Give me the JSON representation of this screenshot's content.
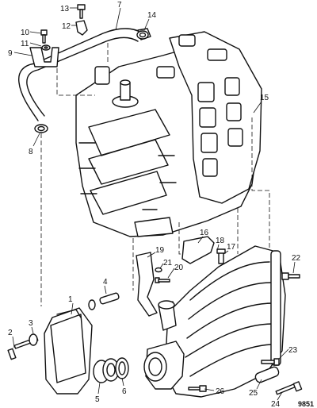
{
  "callouts": {
    "c1": "1",
    "c2": "2",
    "c3": "3",
    "c4": "4",
    "c5": "5",
    "c6": "6",
    "c7": "7",
    "c8": "8",
    "c9": "9",
    "c10": "10",
    "c11": "11",
    "c12": "12",
    "c13": "13",
    "c14": "14",
    "c15": "15",
    "c16": "16",
    "c17": "17",
    "c18": "18",
    "c19": "19",
    "c20": "20",
    "c21": "21",
    "c22": "22",
    "c23": "23",
    "c24": "24",
    "c25": "25",
    "c26": "26"
  },
  "reference_number": "9851"
}
